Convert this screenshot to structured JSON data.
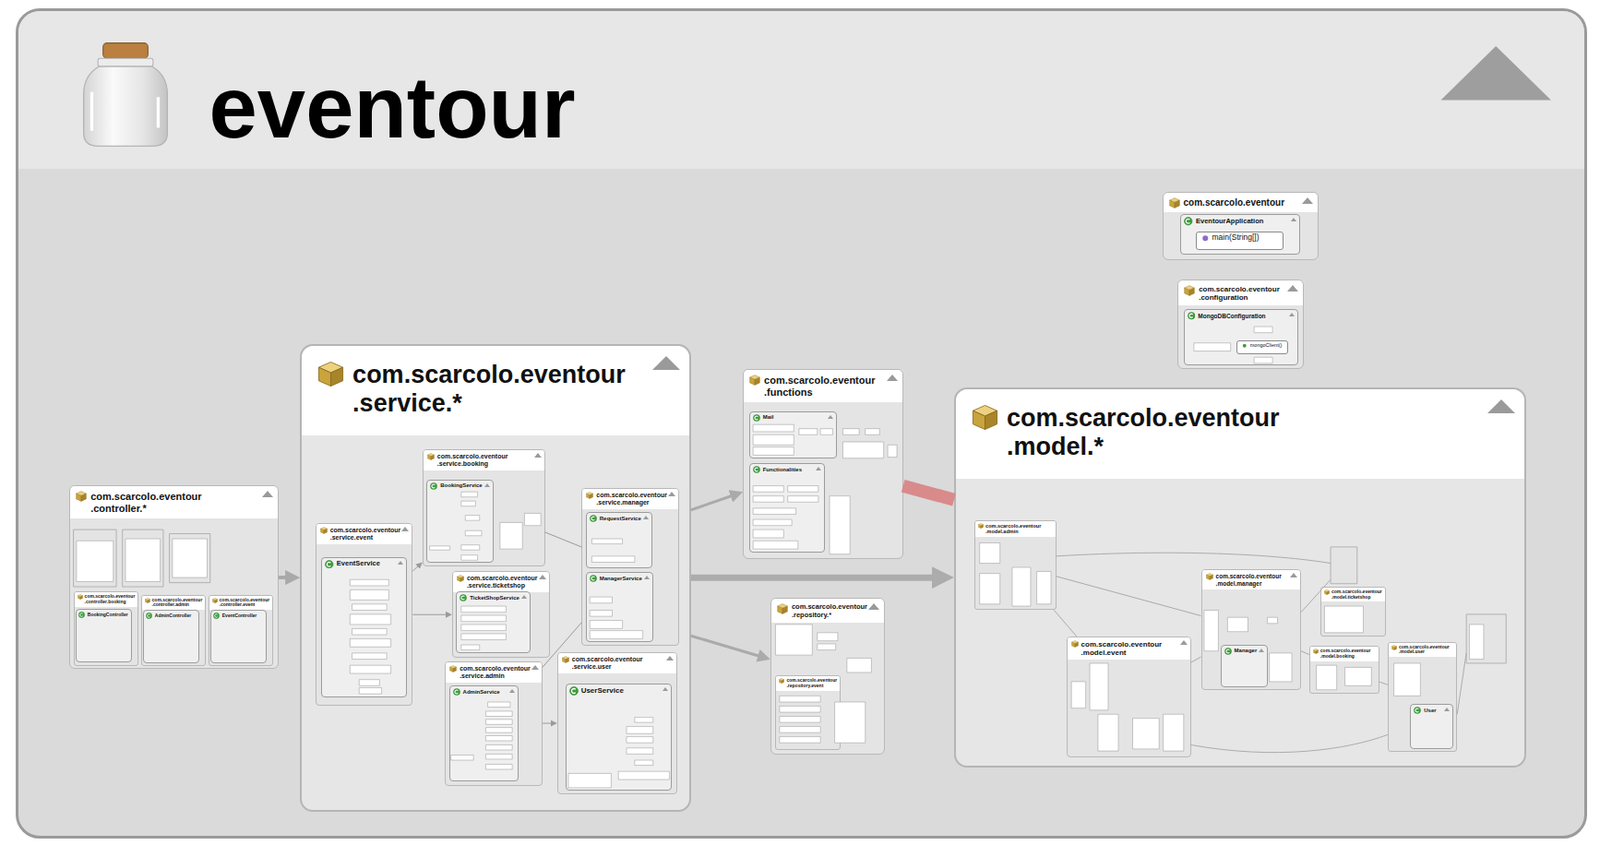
{
  "diagram": {
    "nodes": [
      {
        "text": [
          "eventour"
        ]
      },
      {
        "text": [
          "com.scarcolo.eventour .controller.*"
        ],
        "in": 0
      },
      {
        "text": [
          "com.scarcolo.eventour .controller.booking"
        ],
        "in": 1
      },
      {
        "text": [
          "BookingController"
        ],
        "in": 2
      },
      {
        "text": [
          "com.scarcolo.eventour .controller.admin"
        ],
        "in": 1
      },
      {
        "text": [
          "AdminController"
        ],
        "in": 4
      },
      {
        "text": [
          "com.scarcolo.eventour .controller.event"
        ],
        "in": 1
      },
      {
        "text": [
          "EventController"
        ],
        "in": 6
      },
      {
        "text": [
          "com.scarcolo.eventour .service.*"
        ],
        "in": 0
      },
      {
        "text": [
          "com.scarcolo.eventour .service.booking"
        ],
        "in": 8
      },
      {
        "text": [
          "BookingService"
        ],
        "in": 9
      },
      {
        "text": [
          "com.scarcolo.eventour .service.event"
        ],
        "in": 8
      },
      {
        "text": [
          "EventService"
        ],
        "in": 11
      },
      {
        "text": [
          "com.scarcolo.eventour .service.ticketshop"
        ],
        "in": 8
      },
      {
        "text": [
          "TicketShopService"
        ],
        "in": 13
      },
      {
        "text": [
          "com.scarcolo.eventour .service.admin"
        ],
        "in": 8
      },
      {
        "text": [
          "AdminService"
        ],
        "in": 15
      },
      {
        "text": [
          "com.scarcolo.eventour .service.manager"
        ],
        "in": 8
      },
      {
        "text": [
          "RequestService"
        ],
        "in": 17
      },
      {
        "text": [
          "ManagerService"
        ],
        "in": 17
      },
      {
        "text": [
          "com.scarcolo.eventour .service.user"
        ],
        "in": 8
      },
      {
        "text": [
          "UserService"
        ],
        "in": 20
      },
      {
        "text": [
          "com.scarcolo.eventour .functions"
        ],
        "in": 0
      },
      {
        "text": [
          "Mail"
        ],
        "in": 22
      },
      {
        "text": [
          "Functionalities"
        ],
        "in": 22
      },
      {
        "text": [
          "com.scarcolo.eventour .repository.*"
        ],
        "in": 0
      },
      {
        "text": [
          "com.scarcolo.eventour .repository.event"
        ],
        "in": 25
      },
      {
        "text": [
          "com.scarcolo.eventour"
        ],
        "in": 0
      },
      {
        "text": [
          "EventourApplication"
        ],
        "in": 27
      },
      {
        "text": [
          "main(String[])"
        ],
        "in": 28
      },
      {
        "text": [
          "com.scarcolo.eventour .configuration"
        ],
        "in": 0
      },
      {
        "text": [
          "MongoDBConfiguration"
        ],
        "in": 30
      },
      {
        "text": [
          "mongoClient()"
        ],
        "in": 31
      },
      {
        "text": [
          "com.scarcolo.eventour .model.*"
        ],
        "in": 0
      },
      {
        "text": [
          "com.scarcolo.eventour .model.admin"
        ],
        "in": 33
      },
      {
        "text": [
          "com.scarcolo.eventour .model.manager"
        ],
        "in": 33
      },
      {
        "text": [
          "Manager"
        ],
        "in": 35
      },
      {
        "text": [
          "com.scarcolo.eventour .model.event"
        ],
        "in": 33
      },
      {
        "text": [
          "com.scarcolo.eventour .model.ticketshop"
        ],
        "in": 33
      },
      {
        "text": [
          "com.scarcolo.eventour .model.booking"
        ],
        "in": 33
      },
      {
        "text": [
          "com.scarcolo.eventour .model.user"
        ],
        "in": 33
      },
      {
        "text": [
          "User"
        ],
        "in": 40
      }
    ],
    "edges": [
      {
        "from": 1,
        "to": 8,
        "arrow": "to"
      },
      {
        "from": 8,
        "to": 22,
        "arrow": "to"
      },
      {
        "from": 8,
        "to": 33,
        "arrow": "to"
      },
      {
        "from": 8,
        "to": 25,
        "arrow": "to"
      },
      {
        "from": 22,
        "to": 33,
        "arrow": "none"
      },
      {
        "from": 11,
        "to": 9,
        "arrow": "to"
      },
      {
        "from": 11,
        "to": 13,
        "arrow": "to"
      },
      {
        "from": 9,
        "to": 17,
        "arrow": "none"
      },
      {
        "from": 15,
        "to": 17,
        "arrow": "none"
      },
      {
        "from": 15,
        "to": 20,
        "arrow": "to"
      },
      {
        "from": 34,
        "to": 35,
        "arrow": "none"
      },
      {
        "from": 34,
        "to": 37,
        "arrow": "none"
      },
      {
        "from": 37,
        "to": 35,
        "arrow": "none"
      },
      {
        "from": 35,
        "to": 39,
        "arrow": "none"
      },
      {
        "from": 39,
        "to": 40,
        "arrow": "none"
      }
    ]
  }
}
